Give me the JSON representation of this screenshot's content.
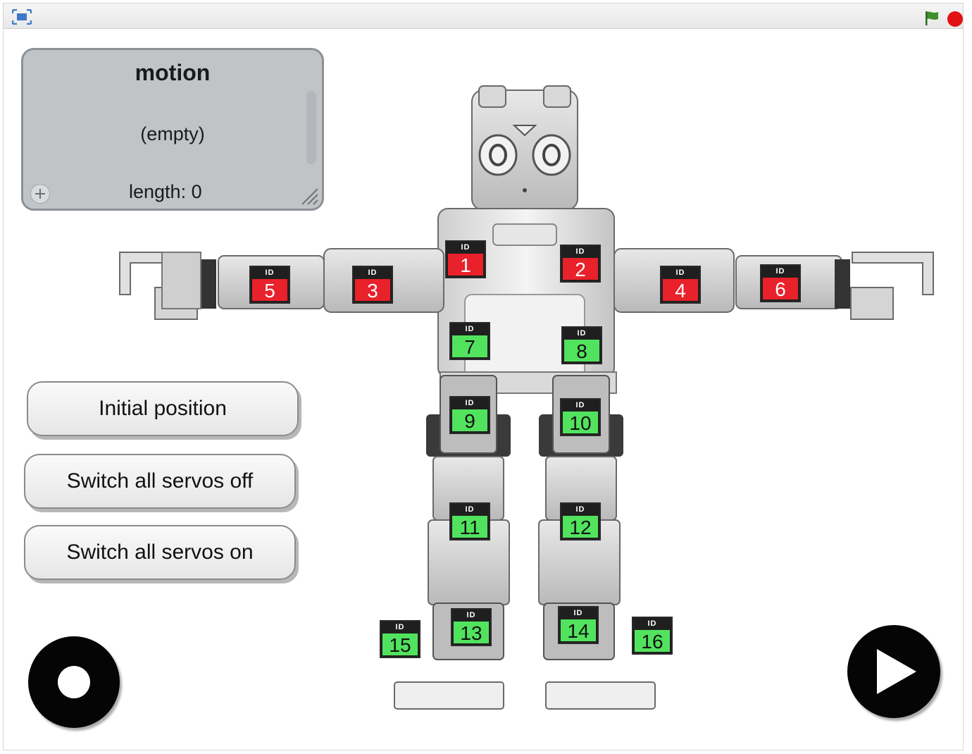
{
  "list_monitor": {
    "title": "motion",
    "empty_text": "(empty)",
    "length_text": "length: 0"
  },
  "buttons": {
    "initial_position": "Initial position",
    "switch_off": "Switch all servos off",
    "switch_on": "Switch all servos on"
  },
  "servo_id_label": "ID",
  "servos": [
    {
      "id": "1",
      "color": "red"
    },
    {
      "id": "2",
      "color": "red"
    },
    {
      "id": "3",
      "color": "red"
    },
    {
      "id": "4",
      "color": "red"
    },
    {
      "id": "5",
      "color": "red"
    },
    {
      "id": "6",
      "color": "red"
    },
    {
      "id": "7",
      "color": "green"
    },
    {
      "id": "8",
      "color": "green"
    },
    {
      "id": "9",
      "color": "green"
    },
    {
      "id": "10",
      "color": "green"
    },
    {
      "id": "11",
      "color": "green"
    },
    {
      "id": "12",
      "color": "green"
    },
    {
      "id": "13",
      "color": "green"
    },
    {
      "id": "14",
      "color": "green"
    },
    {
      "id": "15",
      "color": "green"
    },
    {
      "id": "16",
      "color": "green"
    }
  ],
  "colors": {
    "servo_red": "#e9212b",
    "servo_green": "#52e35e",
    "stop_red": "#e31212",
    "flag_green": "#3f8f2a"
  }
}
